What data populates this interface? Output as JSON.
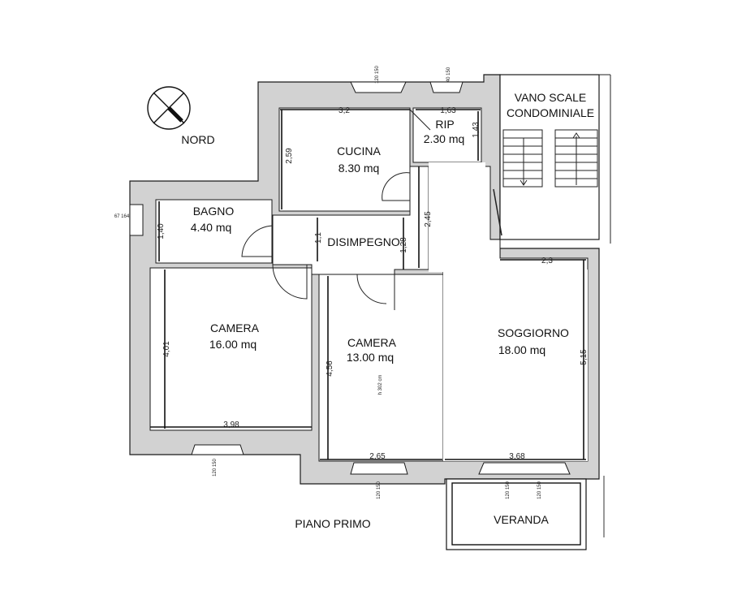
{
  "compass": {
    "label": "NORD"
  },
  "floor_label": "PIANO PRIMO",
  "rooms": [
    {
      "name": "CUCINA",
      "area": "8.30 mq"
    },
    {
      "name": "RIP",
      "area": "2.30 mq"
    },
    {
      "name": "BAGNO",
      "area": "4.40 mq"
    },
    {
      "name": "DISIMPEGNO"
    },
    {
      "name": "CAMERA",
      "area": "16.00 mq"
    },
    {
      "name": "CAMERA",
      "area": "13.00 mq"
    },
    {
      "name": "SOGGIORNO",
      "area": "18.00 mq"
    },
    {
      "name": "VERANDA"
    }
  ],
  "stair": {
    "line1": "VANO SCALE",
    "line2": "CONDOMINIALE"
  },
  "dimensions": {
    "cucina_w": "3,2",
    "cucina_h": "2,59",
    "rip_w": "1,63",
    "rip_h": "1,43",
    "bagno_h": "1,40",
    "disimpegno_h1": "1,1",
    "disimpegno_h2": "1,28",
    "disimpegno_h3": "2,45",
    "camera1_h": "4,01",
    "camera1_w": "3,98",
    "camera2_h": "4,56",
    "camera2_w": "2,65",
    "soggiorno_w_top": "2,3",
    "soggiorno_h": "5,15",
    "soggiorno_w_bottom": "3,68",
    "window_top_a": "120 150",
    "window_top_b": "40 150",
    "window_left": "67 164",
    "window_cam1": "120 150",
    "window_cam2": "120 150",
    "window_sog_a": "120 150",
    "window_sog_b": "120 150",
    "height_note": "h 302 cm"
  }
}
